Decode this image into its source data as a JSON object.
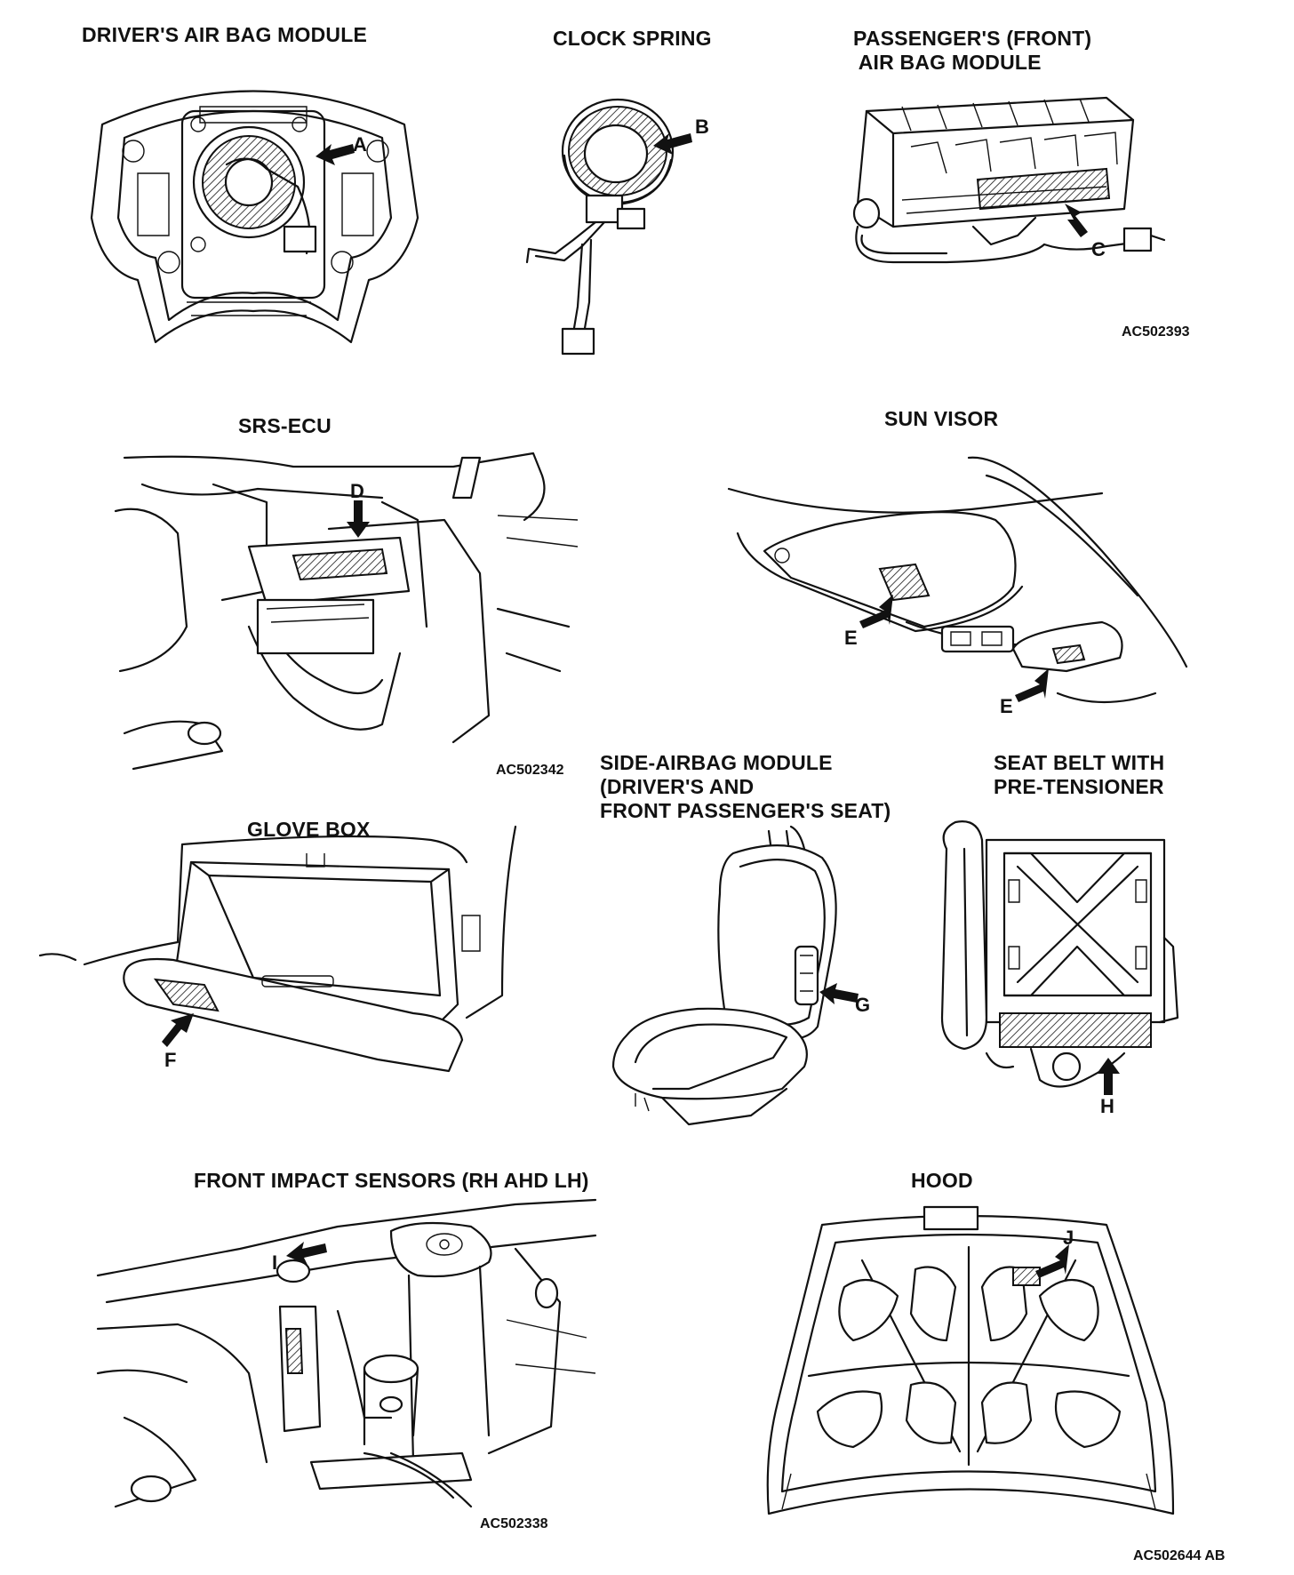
{
  "panels": {
    "driver_airbag": {
      "title": "DRIVER'S AIR BAG MODULE",
      "marker": "A"
    },
    "clock_spring": {
      "title": "CLOCK SPRING",
      "marker": "B"
    },
    "passenger_airbag": {
      "title": "PASSENGER'S (FRONT)\n AIR BAG MODULE",
      "marker": "C",
      "code": "AC502393"
    },
    "srs_ecu": {
      "title": "SRS-ECU",
      "marker": "D",
      "code": "AC502342"
    },
    "sun_visor": {
      "title": "SUN VISOR",
      "marker_left": "E",
      "marker_right": "E"
    },
    "glove_box": {
      "title": "GLOVE BOX",
      "marker": "F"
    },
    "side_airbag": {
      "title": "SIDE-AIRBAG MODULE\n(DRIVER'S AND\nFRONT PASSENGER'S SEAT)",
      "marker": "G"
    },
    "seat_belt": {
      "title": "SEAT BELT WITH\nPRE-TENSIONER",
      "marker": "H"
    },
    "impact_sensors": {
      "title": "FRONT IMPACT SENSORS (RH AHD LH)",
      "marker": "I",
      "code": "AC502338"
    },
    "hood": {
      "title": "HOOD",
      "marker": "J"
    }
  },
  "figure_code": "AC502644 AB",
  "colors": {
    "line": "#111111",
    "background": "#ffffff"
  },
  "icons": [
    "callout-arrow",
    "hatched-label-area"
  ]
}
